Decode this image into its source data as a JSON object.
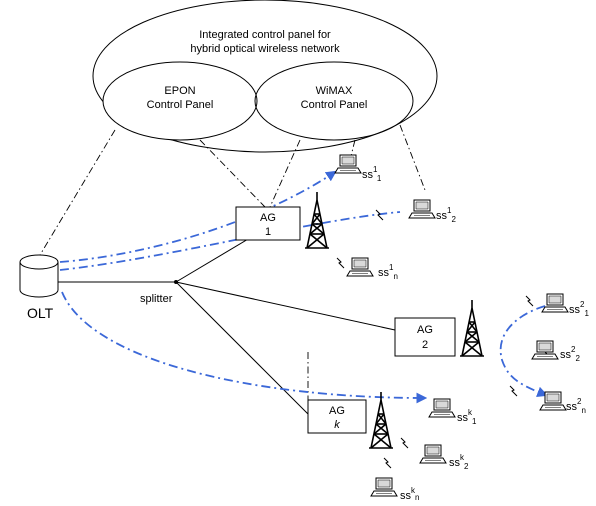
{
  "control_panel": {
    "title_line1": "Integrated control panel for",
    "title_line2": "hybrid optical wireless network",
    "epon_line1": "EPON",
    "epon_line2": "Control Panel",
    "wimax_line1": "WiMAX",
    "wimax_line2": "Control Panel"
  },
  "olt": {
    "label": "OLT"
  },
  "splitter": {
    "label": "splitter"
  },
  "ag": [
    {
      "line1": "AG",
      "line2": "1"
    },
    {
      "line1": "AG",
      "line2": "2"
    },
    {
      "line1": "AG",
      "line2": "k"
    }
  ],
  "subscribers": [
    {
      "base": "ss",
      "sup": "1",
      "sub": "1"
    },
    {
      "base": "ss",
      "sup": "1",
      "sub": "2"
    },
    {
      "base": "ss",
      "sup": "1",
      "sub": "n"
    },
    {
      "base": "ss",
      "sup": "2",
      "sub": "1"
    },
    {
      "base": "ss",
      "sup": "2",
      "sub": "2"
    },
    {
      "base": "ss",
      "sup": "2",
      "sub": "n"
    },
    {
      "base": "ss",
      "sup": "k",
      "sub": "1"
    },
    {
      "base": "ss",
      "sup": "k",
      "sub": "2"
    },
    {
      "base": "ss",
      "sup": "k",
      "sub": "n"
    }
  ],
  "colors": {
    "wireless_link": "#3b68d8",
    "line": "#000000"
  },
  "icons": [
    "database-icon",
    "tower-icon",
    "laptop-icon",
    "lightning-icon",
    "arrow-icon"
  ]
}
